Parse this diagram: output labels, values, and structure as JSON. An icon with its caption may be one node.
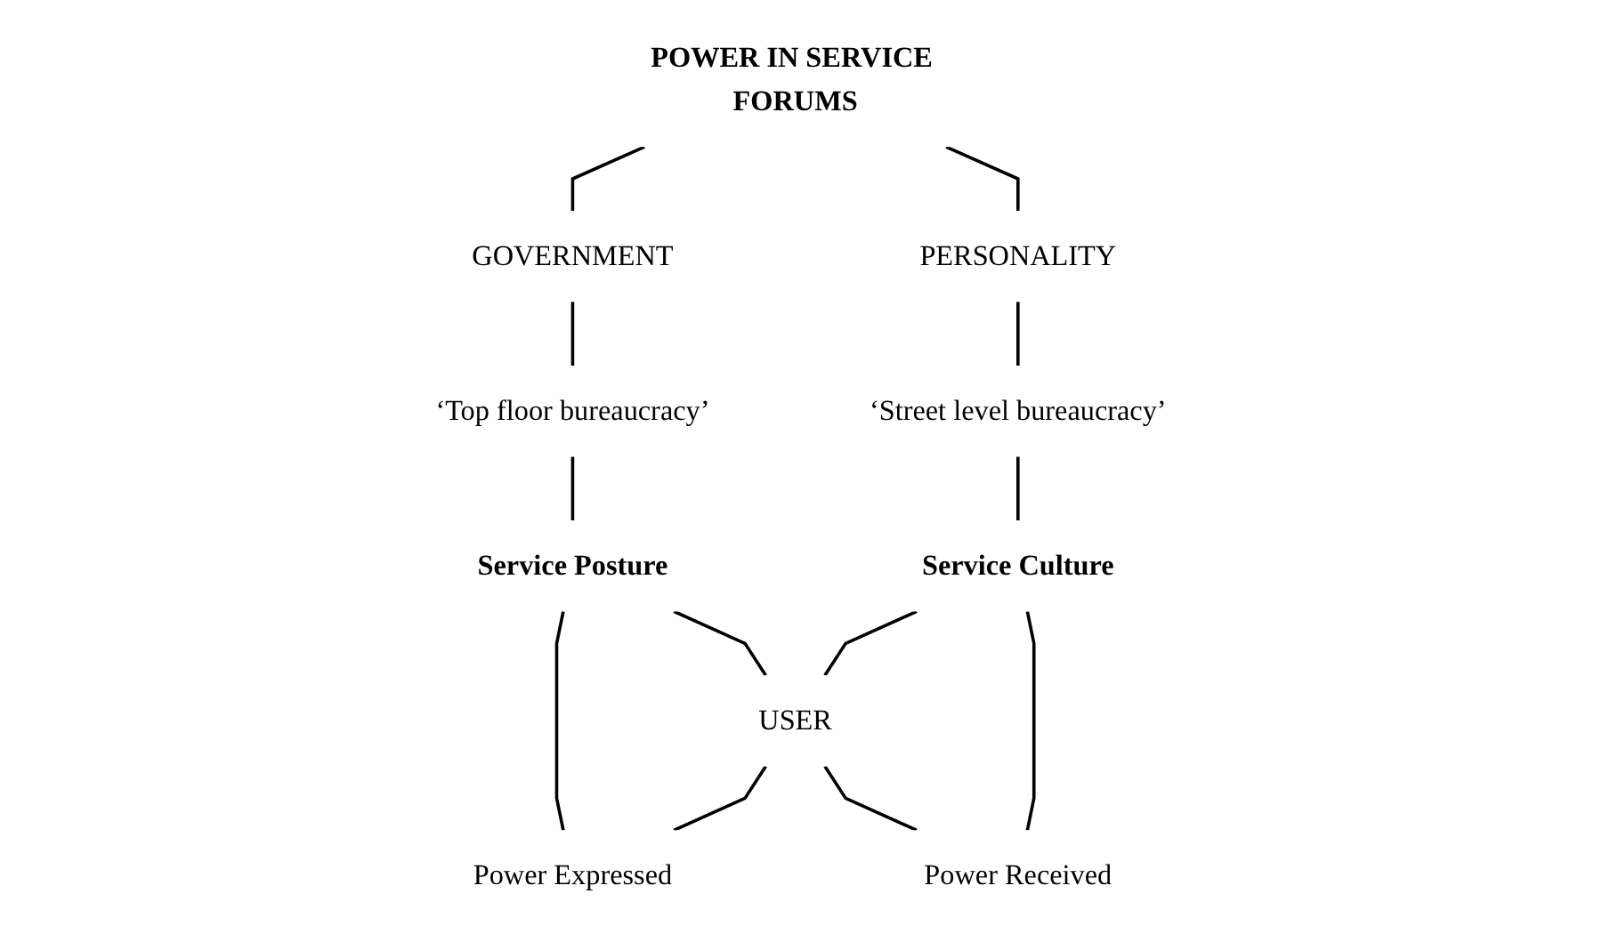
{
  "diagram": {
    "nodes": [
      {
        "text": [
          "POWER IN SERVICE FORUMS"
        ]
      },
      {
        "text": [
          "GOVERNMENT"
        ]
      },
      {
        "text": [
          "PERSONALITY"
        ]
      },
      {
        "text": [
          "‘Top floor bureaucracy’"
        ]
      },
      {
        "text": [
          "‘Street level bureaucracy’"
        ]
      },
      {
        "text": [
          "Service  Posture"
        ]
      },
      {
        "text": [
          "Service  Culture"
        ]
      },
      {
        "text": [
          "USER"
        ]
      },
      {
        "text": [
          "Power Expressed"
        ]
      },
      {
        "text": [
          "Power Received"
        ]
      }
    ],
    "edges": [
      {
        "from": 0,
        "to": 1,
        "arrow": "none"
      },
      {
        "from": 0,
        "to": 2,
        "arrow": "none"
      },
      {
        "from": 1,
        "to": 3,
        "arrow": "none"
      },
      {
        "from": 2,
        "to": 4,
        "arrow": "none"
      },
      {
        "from": 3,
        "to": 5,
        "arrow": "none"
      },
      {
        "from": 4,
        "to": 6,
        "arrow": "none"
      },
      {
        "from": 5,
        "to": 8,
        "arrow": "none"
      },
      {
        "from": 5,
        "to": 7,
        "arrow": "none"
      },
      {
        "from": 6,
        "to": 7,
        "arrow": "none"
      },
      {
        "from": 6,
        "to": 9,
        "arrow": "none"
      },
      {
        "from": 7,
        "to": 8,
        "arrow": "none"
      },
      {
        "from": 7,
        "to": 9,
        "arrow": "none"
      }
    ]
  }
}
